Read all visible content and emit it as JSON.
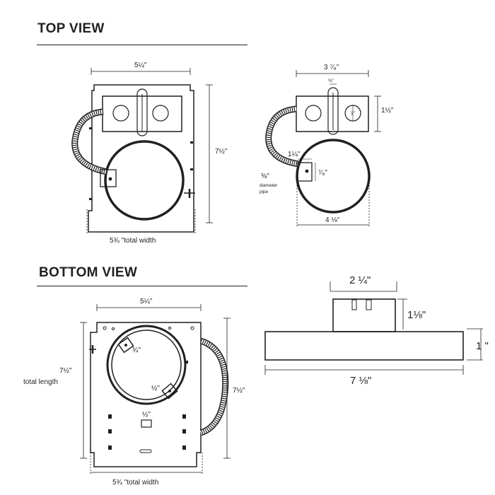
{
  "headings": {
    "top_view": "TOP VIEW",
    "bottom_view": "BOTTOM VIEW"
  },
  "top_large": {
    "width_top": "5¼\"",
    "height_right": "7½\"",
    "total_width": "5¾ \"total width"
  },
  "top_small": {
    "width_top": "3 ⁷⁄₈\"",
    "slot": "⅜\"",
    "box_height": "1½\"",
    "knockout": "1\"",
    "bracket_width": "1¼\"",
    "bracket_height": "⁷⁄₈\"",
    "pipe_size": "⅜\"",
    "pipe_line1": "diameter",
    "pipe_line2": "pipe",
    "width_bottom": "4 ⅛\""
  },
  "bottom_large": {
    "width_top": "5¼\"",
    "length_value": "7½\"",
    "length_label": "total length",
    "height_right": "7½\"",
    "clip_upper": "¾\"",
    "clip_lower": "½\"",
    "slot_lower": "½\"",
    "total_width": "5¾ \"total width"
  },
  "side_view": {
    "box_width": "2 ¼\"",
    "box_height": "1⅛\"",
    "plate_height": "1 \"",
    "plate_width": "7 ⅛\""
  }
}
